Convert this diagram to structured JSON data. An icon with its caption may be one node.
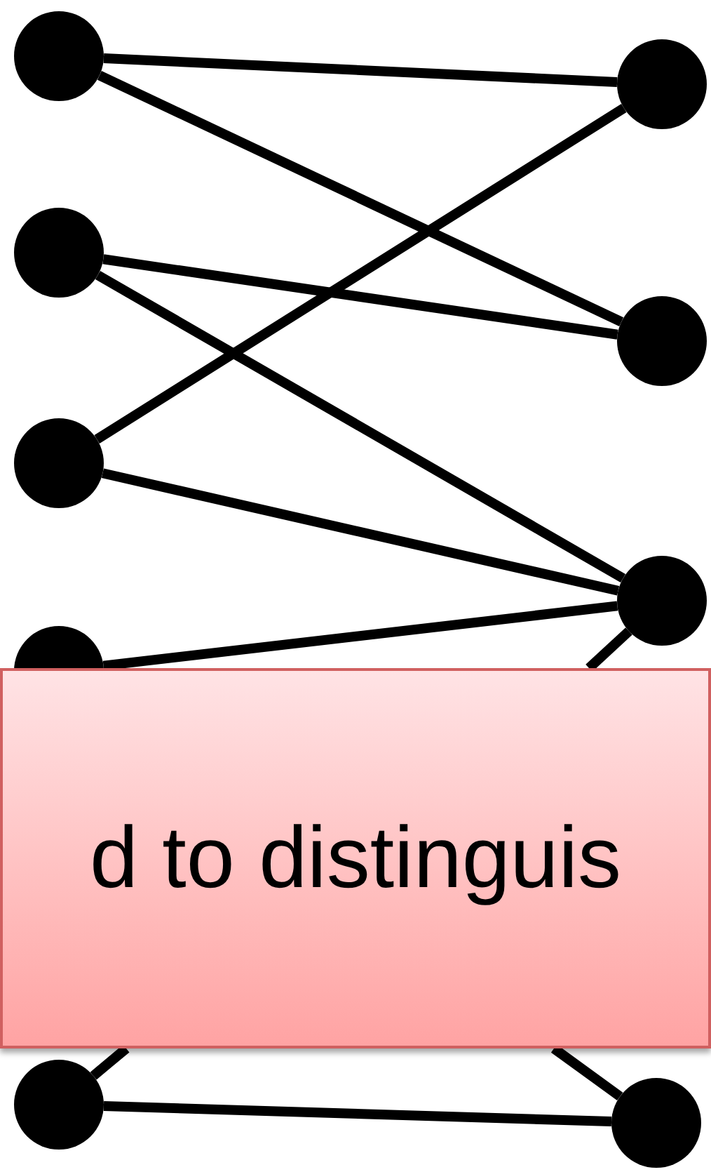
{
  "diagram": {
    "nodes": [
      {
        "text": [],
        "shape": "circle"
      },
      {
        "text": [],
        "shape": "circle"
      },
      {
        "text": [],
        "shape": "circle"
      },
      {
        "text": [],
        "shape": "circle"
      },
      {
        "text": [],
        "shape": "circle"
      },
      {
        "text": [],
        "shape": "circle"
      },
      {
        "text": [],
        "shape": "circle"
      },
      {
        "text": [
          "d to distinguis"
        ]
      },
      {
        "text": [],
        "shape": "circle"
      },
      {
        "text": [],
        "shape": "circle"
      }
    ],
    "edges": [
      {
        "from": 0,
        "to": 1,
        "arrow": "none"
      },
      {
        "from": 0,
        "to": 3,
        "arrow": "none"
      },
      {
        "from": 2,
        "to": 3,
        "arrow": "none"
      },
      {
        "from": 2,
        "to": 5,
        "arrow": "none"
      },
      {
        "from": 4,
        "to": 1,
        "arrow": "none"
      },
      {
        "from": 4,
        "to": 5,
        "arrow": "none"
      },
      {
        "from": 6,
        "to": 5,
        "arrow": "none"
      },
      {
        "from": 5,
        "to": 7,
        "arrow": "none"
      },
      {
        "from": 8,
        "to": 7,
        "arrow": "none"
      },
      {
        "from": 9,
        "to": 7,
        "arrow": "none"
      },
      {
        "from": 8,
        "to": 9,
        "arrow": "none"
      }
    ]
  }
}
